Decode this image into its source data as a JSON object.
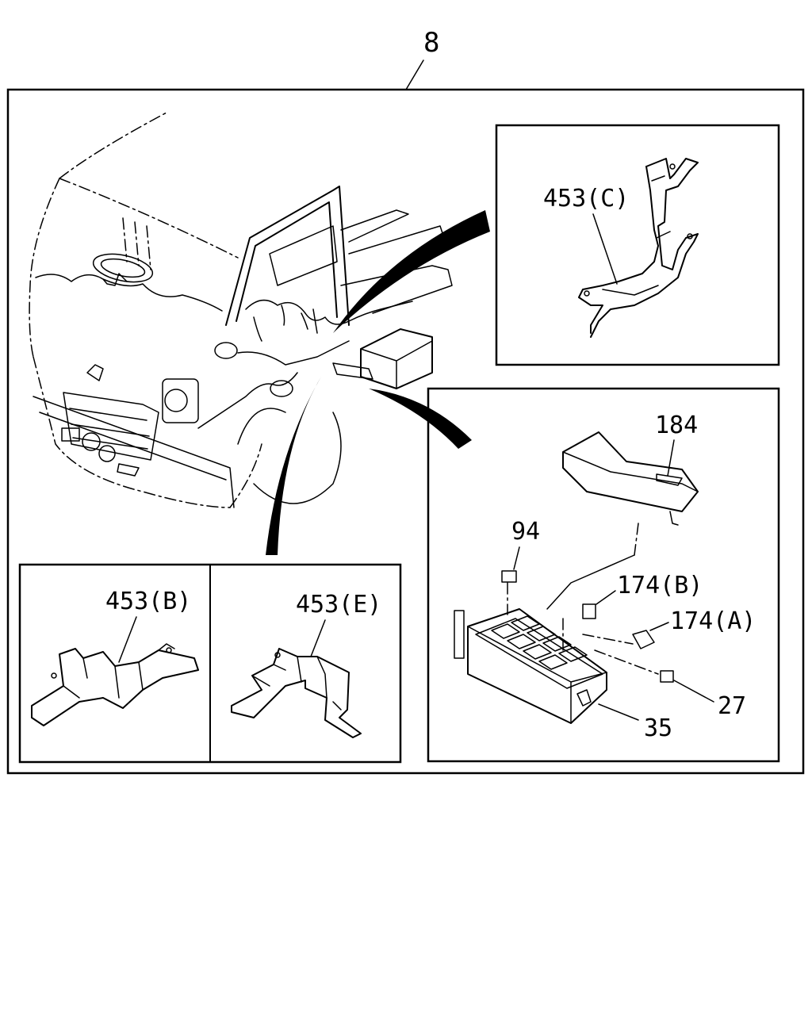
{
  "diagram": {
    "callouts": {
      "main": "8",
      "bracket_c": "453(C)",
      "bracket_b": "453(B)",
      "bracket_e": "453(E)",
      "cover": "184",
      "relay_small": "94",
      "relay_b": "174(B)",
      "relay_a": "174(A)",
      "fuse": "27",
      "fuse_box": "35"
    },
    "colors": {
      "line": "#000000",
      "background": "#ffffff"
    }
  }
}
